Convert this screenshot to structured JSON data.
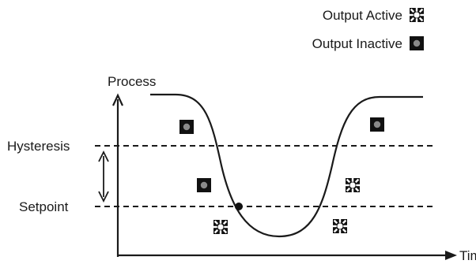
{
  "legend": {
    "active_label": "Output Active",
    "inactive_label": "Output Inactive"
  },
  "axes": {
    "y_label": "Process",
    "x_label": "Time"
  },
  "levels": {
    "hysteresis_label": "Hysteresis",
    "setpoint_label": "Setpoint"
  },
  "indicators": {
    "regions": [
      "inactive",
      "inactive",
      "active",
      "active",
      "active",
      "inactive"
    ]
  },
  "colors": {
    "stroke": "#1a1a1a",
    "indicator_fill": "#111111",
    "inactive_dot": "#8a8a8a",
    "active_sun": "#ffffff"
  }
}
